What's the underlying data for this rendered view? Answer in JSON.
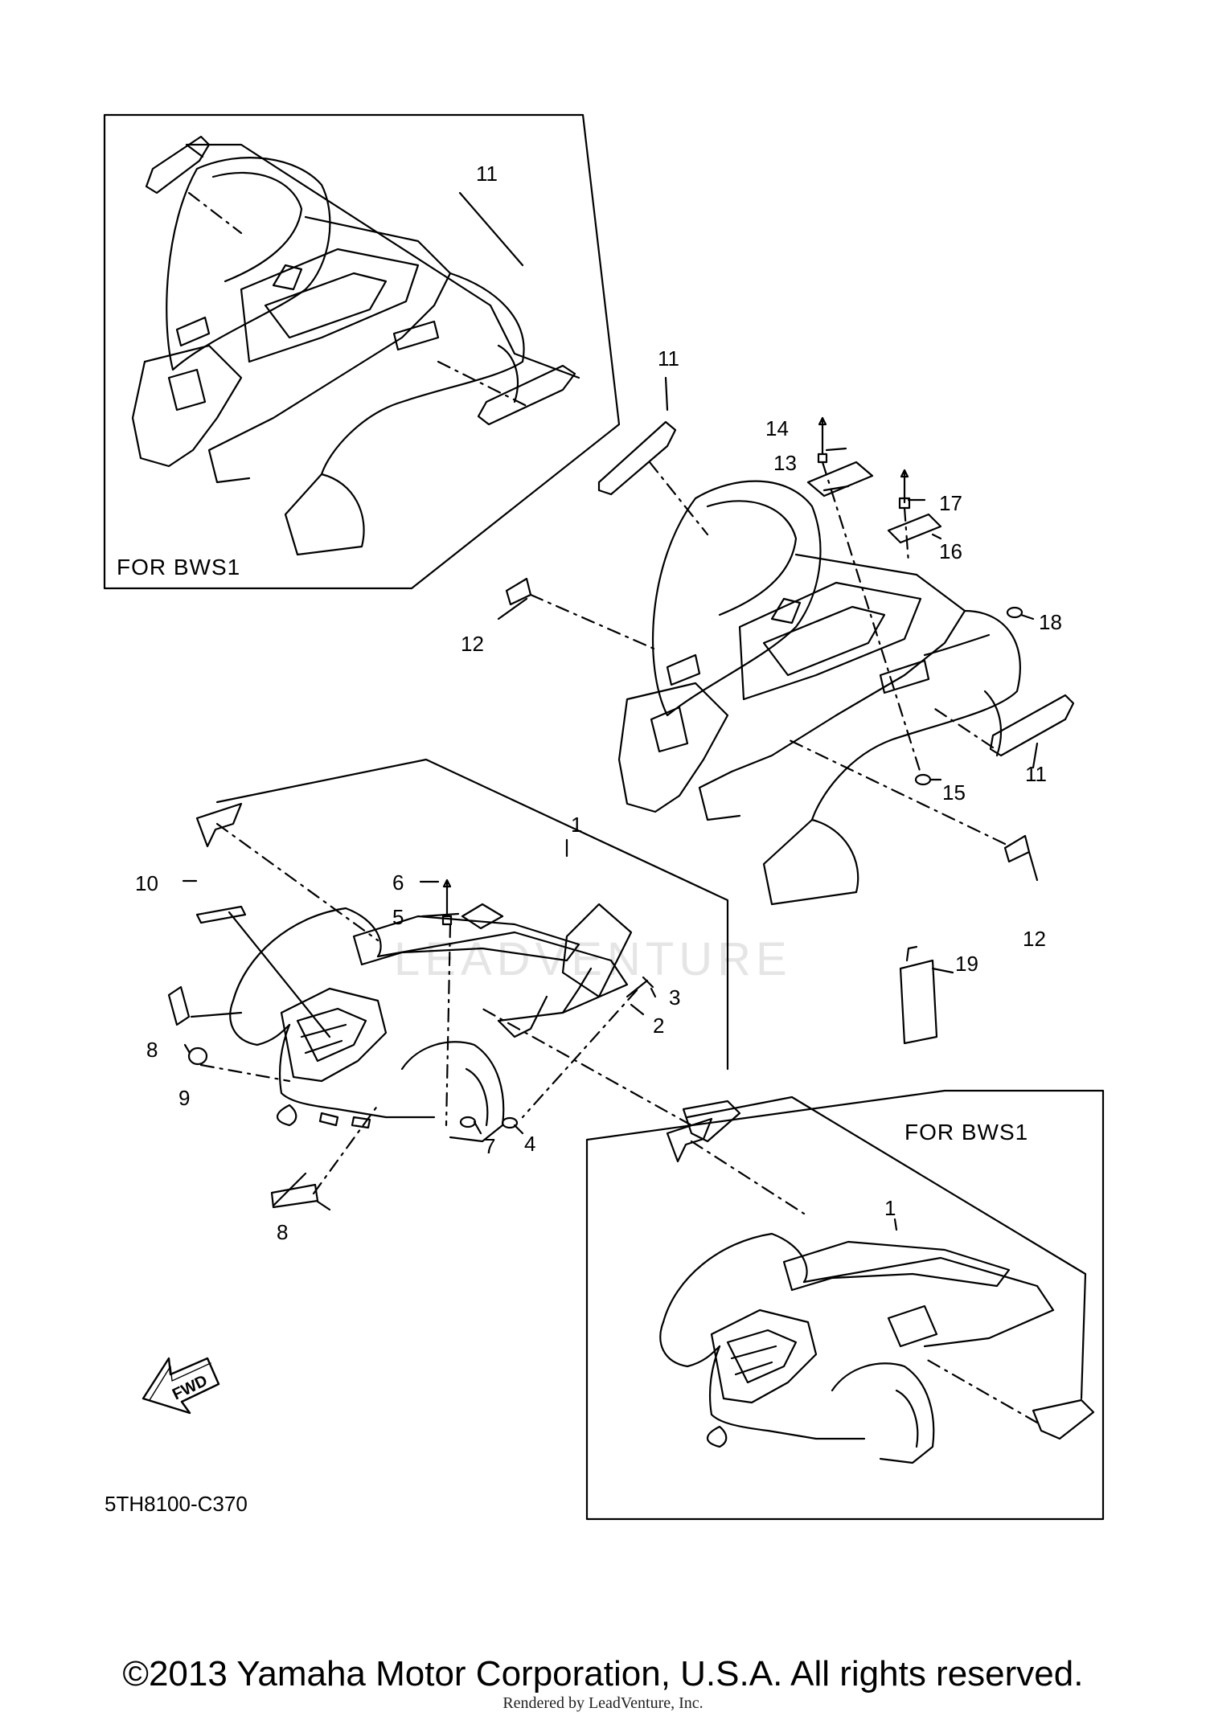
{
  "diagram": {
    "part_code": "5TH8100-C370",
    "inset_top_label": "FOR  BWS1",
    "inset_bottom_label": "FOR  BWS1",
    "fwd_label": "FWD",
    "callouts": {
      "c1_main": "1",
      "c1_inset": "1",
      "c2": "2",
      "c3": "3",
      "c4": "4",
      "c5": "5",
      "c6": "6",
      "c7": "7",
      "c8_upper": "8",
      "c8_lower": "8",
      "c9": "9",
      "c10": "10",
      "c11_inset": "11",
      "c11_top": "11",
      "c11_right": "11",
      "c12_left": "12",
      "c12_right": "12",
      "c13": "13",
      "c14": "14",
      "c15": "15",
      "c16": "16",
      "c17": "17",
      "c18": "18",
      "c19": "19"
    }
  },
  "watermark": "LEADVENTURE",
  "footer": {
    "copyright": "©2013 Yamaha Motor Corporation, U.S.A. All rights reserved.",
    "rendered_by": "Rendered by LeadVenture, Inc."
  }
}
